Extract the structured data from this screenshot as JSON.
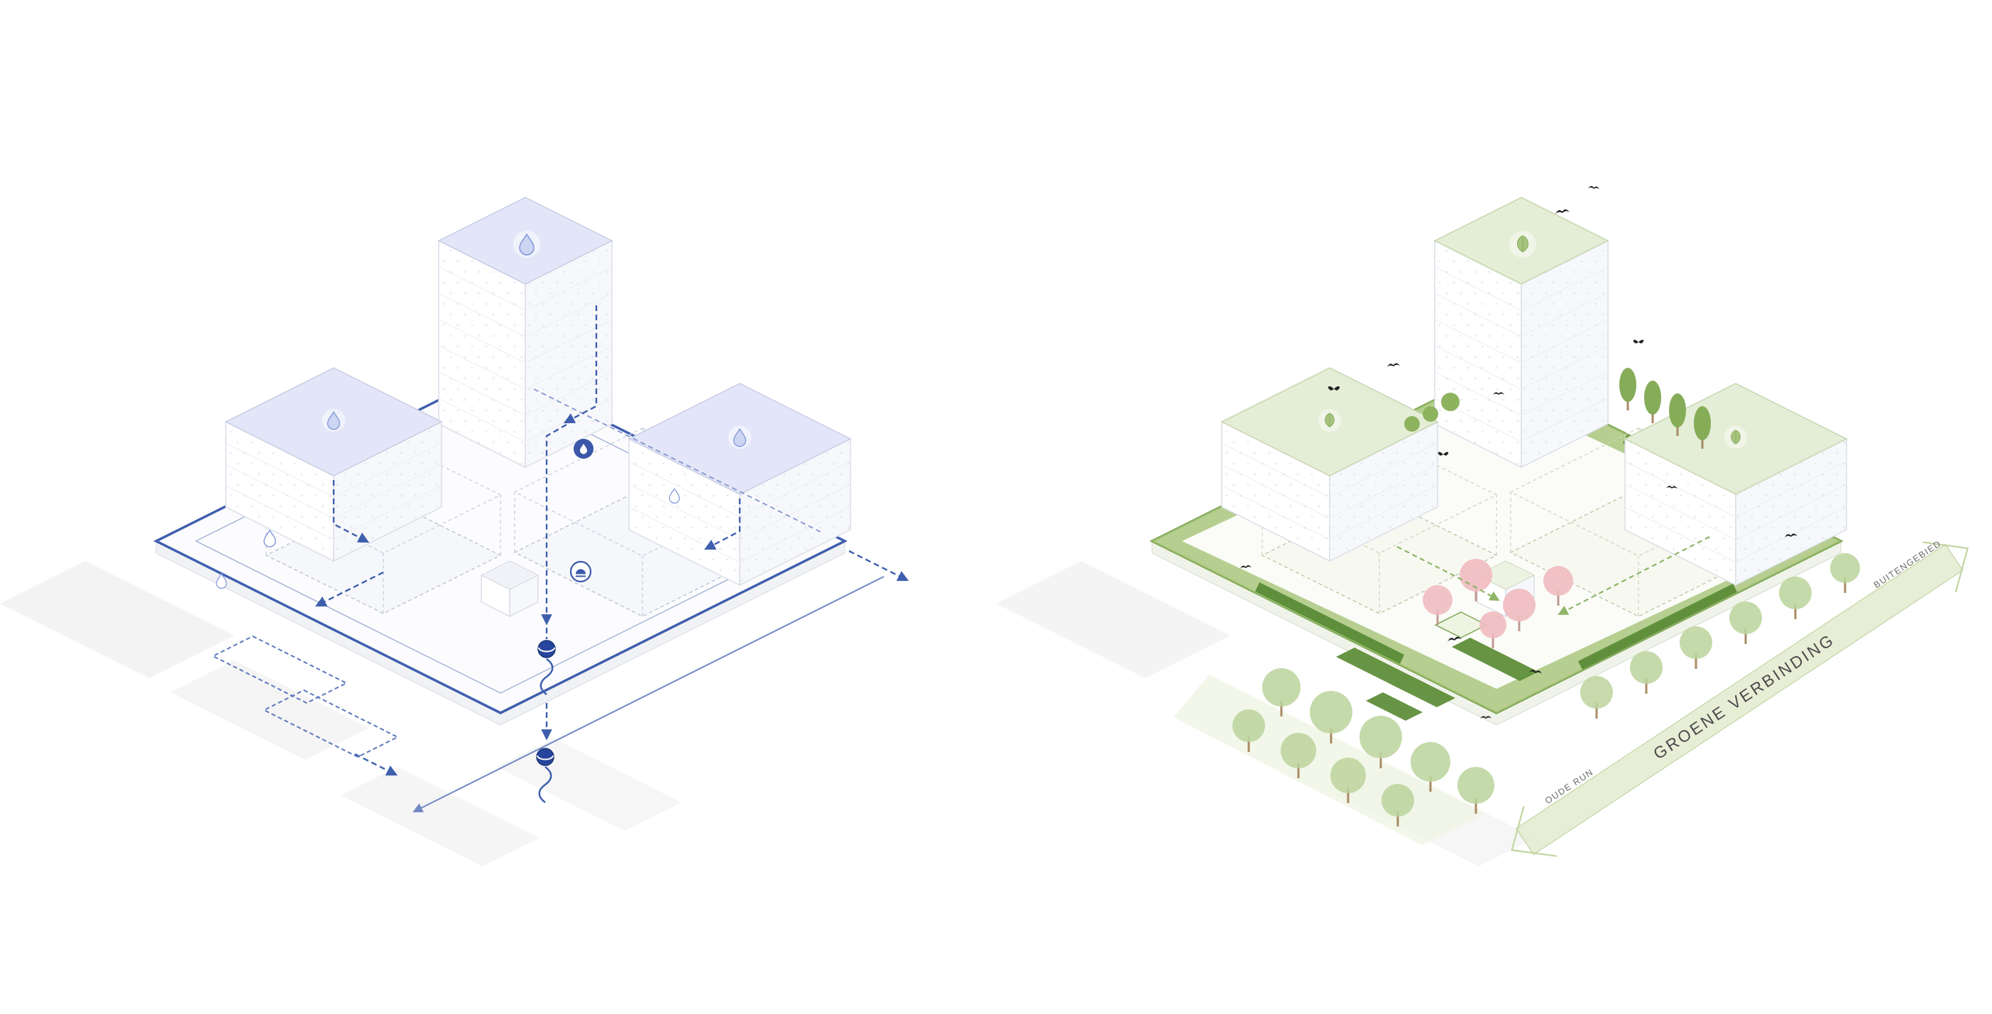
{
  "page": {
    "background_color": "#ffffff"
  },
  "colors": {
    "water_accent": "#3f5fae",
    "water_roof": "#e3e6f8",
    "water_icon_fill": "#3a57a8",
    "water_stream": "#7188c4",
    "green_accent": "#7fa854",
    "green_band": "#a9c77e",
    "green_roof": "#e4eed6",
    "hedge_dark": "#5f8f3a",
    "tree_light": "#bcd49c",
    "tree_pink": "#f1bcc0",
    "arrow_fill": "#e4eccf",
    "arrow_stroke": "#c2d5a2",
    "label_dark": "#4a4a4a",
    "label_light": "#6a6a6a",
    "bird_black": "#1f1f1f",
    "shadow_gray": "#ececec"
  },
  "water_diagram": {
    "icons": {
      "roof": "water-drop-icon",
      "storage": "water-storage-icon",
      "retention": "retention-basin-icon",
      "infiltration": "infiltration-well-icon",
      "stream": "watercourse-line"
    }
  },
  "green_diagram": {
    "labels": {
      "corridor": "GROENE VERBINDING",
      "corridor_start": "OUDE RUN",
      "corridor_end": "BUITENGEBIED"
    },
    "icons": {
      "roof": "green-roof-leaf-icon",
      "bird": "bird-icon",
      "butterfly": "butterfly-icon",
      "tree": "tree-icon",
      "blossom_tree": "blossom-tree-icon",
      "hedge": "hedge-icon"
    }
  }
}
